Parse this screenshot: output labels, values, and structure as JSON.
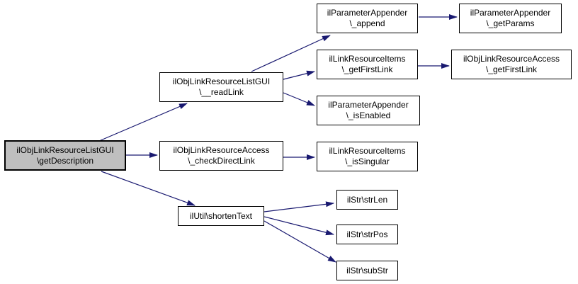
{
  "diagram": {
    "type": "call-graph",
    "colors": {
      "edge": "#191970",
      "node_background": "#ffffff",
      "node_border": "#000000",
      "highlighted_node_background": "#bfbfbf"
    },
    "nodes": [
      {
        "id": "ilObjLinkResourceListGUI-getDescription",
        "lines": [
          "ilObjLinkResourceListGUI",
          "\\getDescription"
        ],
        "highlighted": true
      },
      {
        "id": "ilObjLinkResourceListGUI-readLink",
        "lines": [
          "ilObjLinkResourceListGUI",
          "\\__readLink"
        ],
        "highlighted": false
      },
      {
        "id": "ilObjLinkResourceAccess-checkDirectLink",
        "lines": [
          "ilObjLinkResourceAccess",
          "\\_checkDirectLink"
        ],
        "highlighted": false
      },
      {
        "id": "ilUtil-shortenText",
        "lines": [
          "ilUtil\\shortenText"
        ],
        "highlighted": false
      },
      {
        "id": "ilParameterAppender-append",
        "lines": [
          "ilParameterAppender",
          "\\_append"
        ],
        "highlighted": false
      },
      {
        "id": "ilLinkResourceItems-getFirstLink",
        "lines": [
          "ilLinkResourceItems",
          "\\_getFirstLink"
        ],
        "highlighted": false
      },
      {
        "id": "ilParameterAppender-isEnabled",
        "lines": [
          "ilParameterAppender",
          "\\_isEnabled"
        ],
        "highlighted": false
      },
      {
        "id": "ilLinkResourceItems-isSingular",
        "lines": [
          "ilLinkResourceItems",
          "\\_isSingular"
        ],
        "highlighted": false
      },
      {
        "id": "ilStr-strLen",
        "lines": [
          "ilStr\\strLen"
        ],
        "highlighted": false
      },
      {
        "id": "ilStr-strPos",
        "lines": [
          "ilStr\\strPos"
        ],
        "highlighted": false
      },
      {
        "id": "ilStr-subStr",
        "lines": [
          "ilStr\\subStr"
        ],
        "highlighted": false
      },
      {
        "id": "ilParameterAppender-getParams",
        "lines": [
          "ilParameterAppender",
          "\\_getParams"
        ],
        "highlighted": false
      },
      {
        "id": "ilObjLinkResourceAccess-getFirstLink",
        "lines": [
          "ilObjLinkResourceAccess",
          "\\_getFirstLink"
        ],
        "highlighted": false
      }
    ],
    "edges": [
      {
        "from": "ilObjLinkResourceListGUI-getDescription",
        "to": "ilObjLinkResourceListGUI-readLink"
      },
      {
        "from": "ilObjLinkResourceListGUI-getDescription",
        "to": "ilObjLinkResourceAccess-checkDirectLink"
      },
      {
        "from": "ilObjLinkResourceListGUI-getDescription",
        "to": "ilUtil-shortenText"
      },
      {
        "from": "ilObjLinkResourceListGUI-readLink",
        "to": "ilParameterAppender-append"
      },
      {
        "from": "ilObjLinkResourceListGUI-readLink",
        "to": "ilLinkResourceItems-getFirstLink"
      },
      {
        "from": "ilObjLinkResourceListGUI-readLink",
        "to": "ilParameterAppender-isEnabled"
      },
      {
        "from": "ilParameterAppender-append",
        "to": "ilParameterAppender-getParams"
      },
      {
        "from": "ilLinkResourceItems-getFirstLink",
        "to": "ilObjLinkResourceAccess-getFirstLink"
      },
      {
        "from": "ilObjLinkResourceAccess-checkDirectLink",
        "to": "ilLinkResourceItems-isSingular"
      },
      {
        "from": "ilUtil-shortenText",
        "to": "ilStr-strLen"
      },
      {
        "from": "ilUtil-shortenText",
        "to": "ilStr-strPos"
      },
      {
        "from": "ilUtil-shortenText",
        "to": "ilStr-subStr"
      }
    ]
  }
}
